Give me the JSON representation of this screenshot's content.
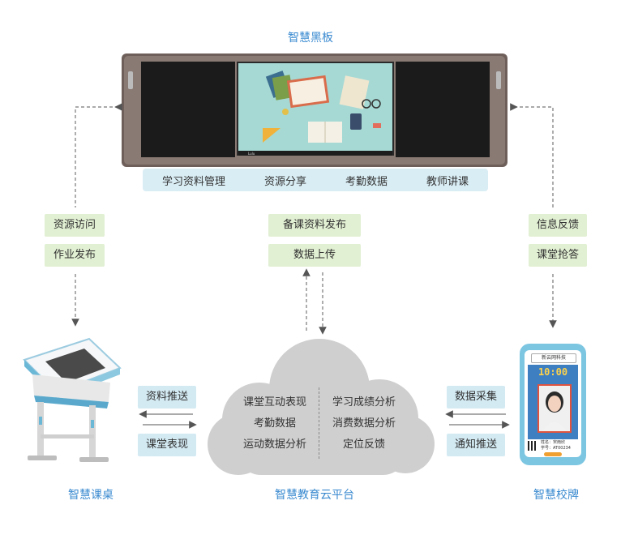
{
  "board": {
    "title": "智慧黑板",
    "features": [
      "学习资料管理",
      "资源分享",
      "考勤数据",
      "教师讲课"
    ],
    "screen_brand": "Lulu"
  },
  "left_flow": {
    "tags": [
      "资源访问",
      "作业发布"
    ]
  },
  "center_flow": {
    "tags": [
      "备课资料发布",
      "数据上传"
    ]
  },
  "right_flow": {
    "tags": [
      "信息反馈",
      "课堂抢答"
    ]
  },
  "desk": {
    "title": "智慧课桌",
    "tags": [
      "资料推送",
      "课堂表现"
    ]
  },
  "cloud": {
    "title": "智慧教育云平台",
    "left_items": [
      "课堂互动表现",
      "考勤数据",
      "运动数据分析"
    ],
    "right_items": [
      "学习成绩分析",
      "消费数据分析",
      "定位反馈"
    ]
  },
  "badge": {
    "title": "智慧校牌",
    "tags": [
      "数据采集",
      "通知推送"
    ],
    "screen_header": "新云网科技",
    "clock": "10:00",
    "name_line": "姓名：宋雨欣",
    "id_line": "学号：AT00234"
  },
  "colors": {
    "blue_title": "#3a8ad0",
    "green_tag": "#e1efd2",
    "blue_tag": "#d3eaf3",
    "cloud": "#cfcfcf"
  }
}
